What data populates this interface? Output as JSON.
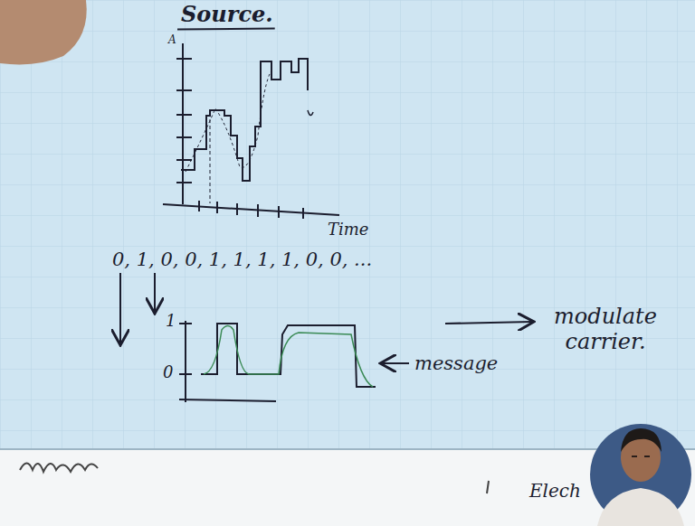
{
  "diagram": {
    "title": "Source.",
    "labels": [
      "A",
      "Time",
      "0, 1, 0, 0, 1, 1, 1, 1, 0, 0, ...",
      "1",
      "0",
      "message",
      "modulate carrier.",
      "Elech"
    ]
  }
}
